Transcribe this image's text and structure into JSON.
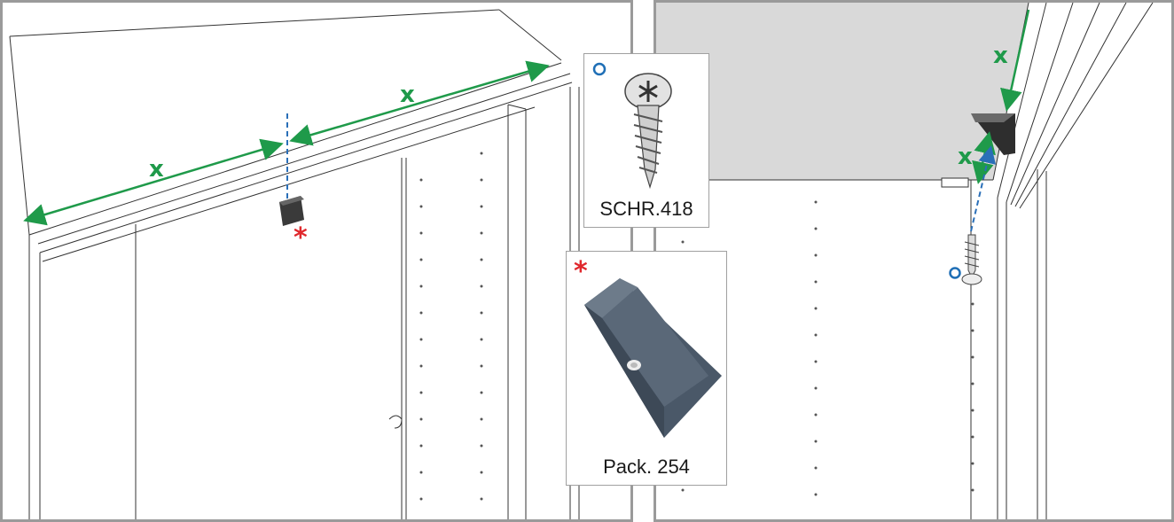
{
  "screw_card": {
    "label": "SCHR.418",
    "marker": "circle-blue"
  },
  "bracket_card": {
    "label": "Pack. 254",
    "marker": "asterisk-red"
  },
  "left_view": {
    "distance_label_left": "x",
    "distance_label_right": "x",
    "bracket_marker": "*"
  },
  "right_view": {
    "distance_label_top": "x",
    "distance_label_bottom": "x"
  },
  "card_bracket_star": "*",
  "colors": {
    "dimension_arrow": "#1f9a4a",
    "guide_line": "#2a6fb8",
    "asterisk": "#e0282d",
    "circle_marker": "#1f6fb6",
    "panel_border": "#9a9a9a",
    "ceiling_gray": "#d9d9d9"
  }
}
